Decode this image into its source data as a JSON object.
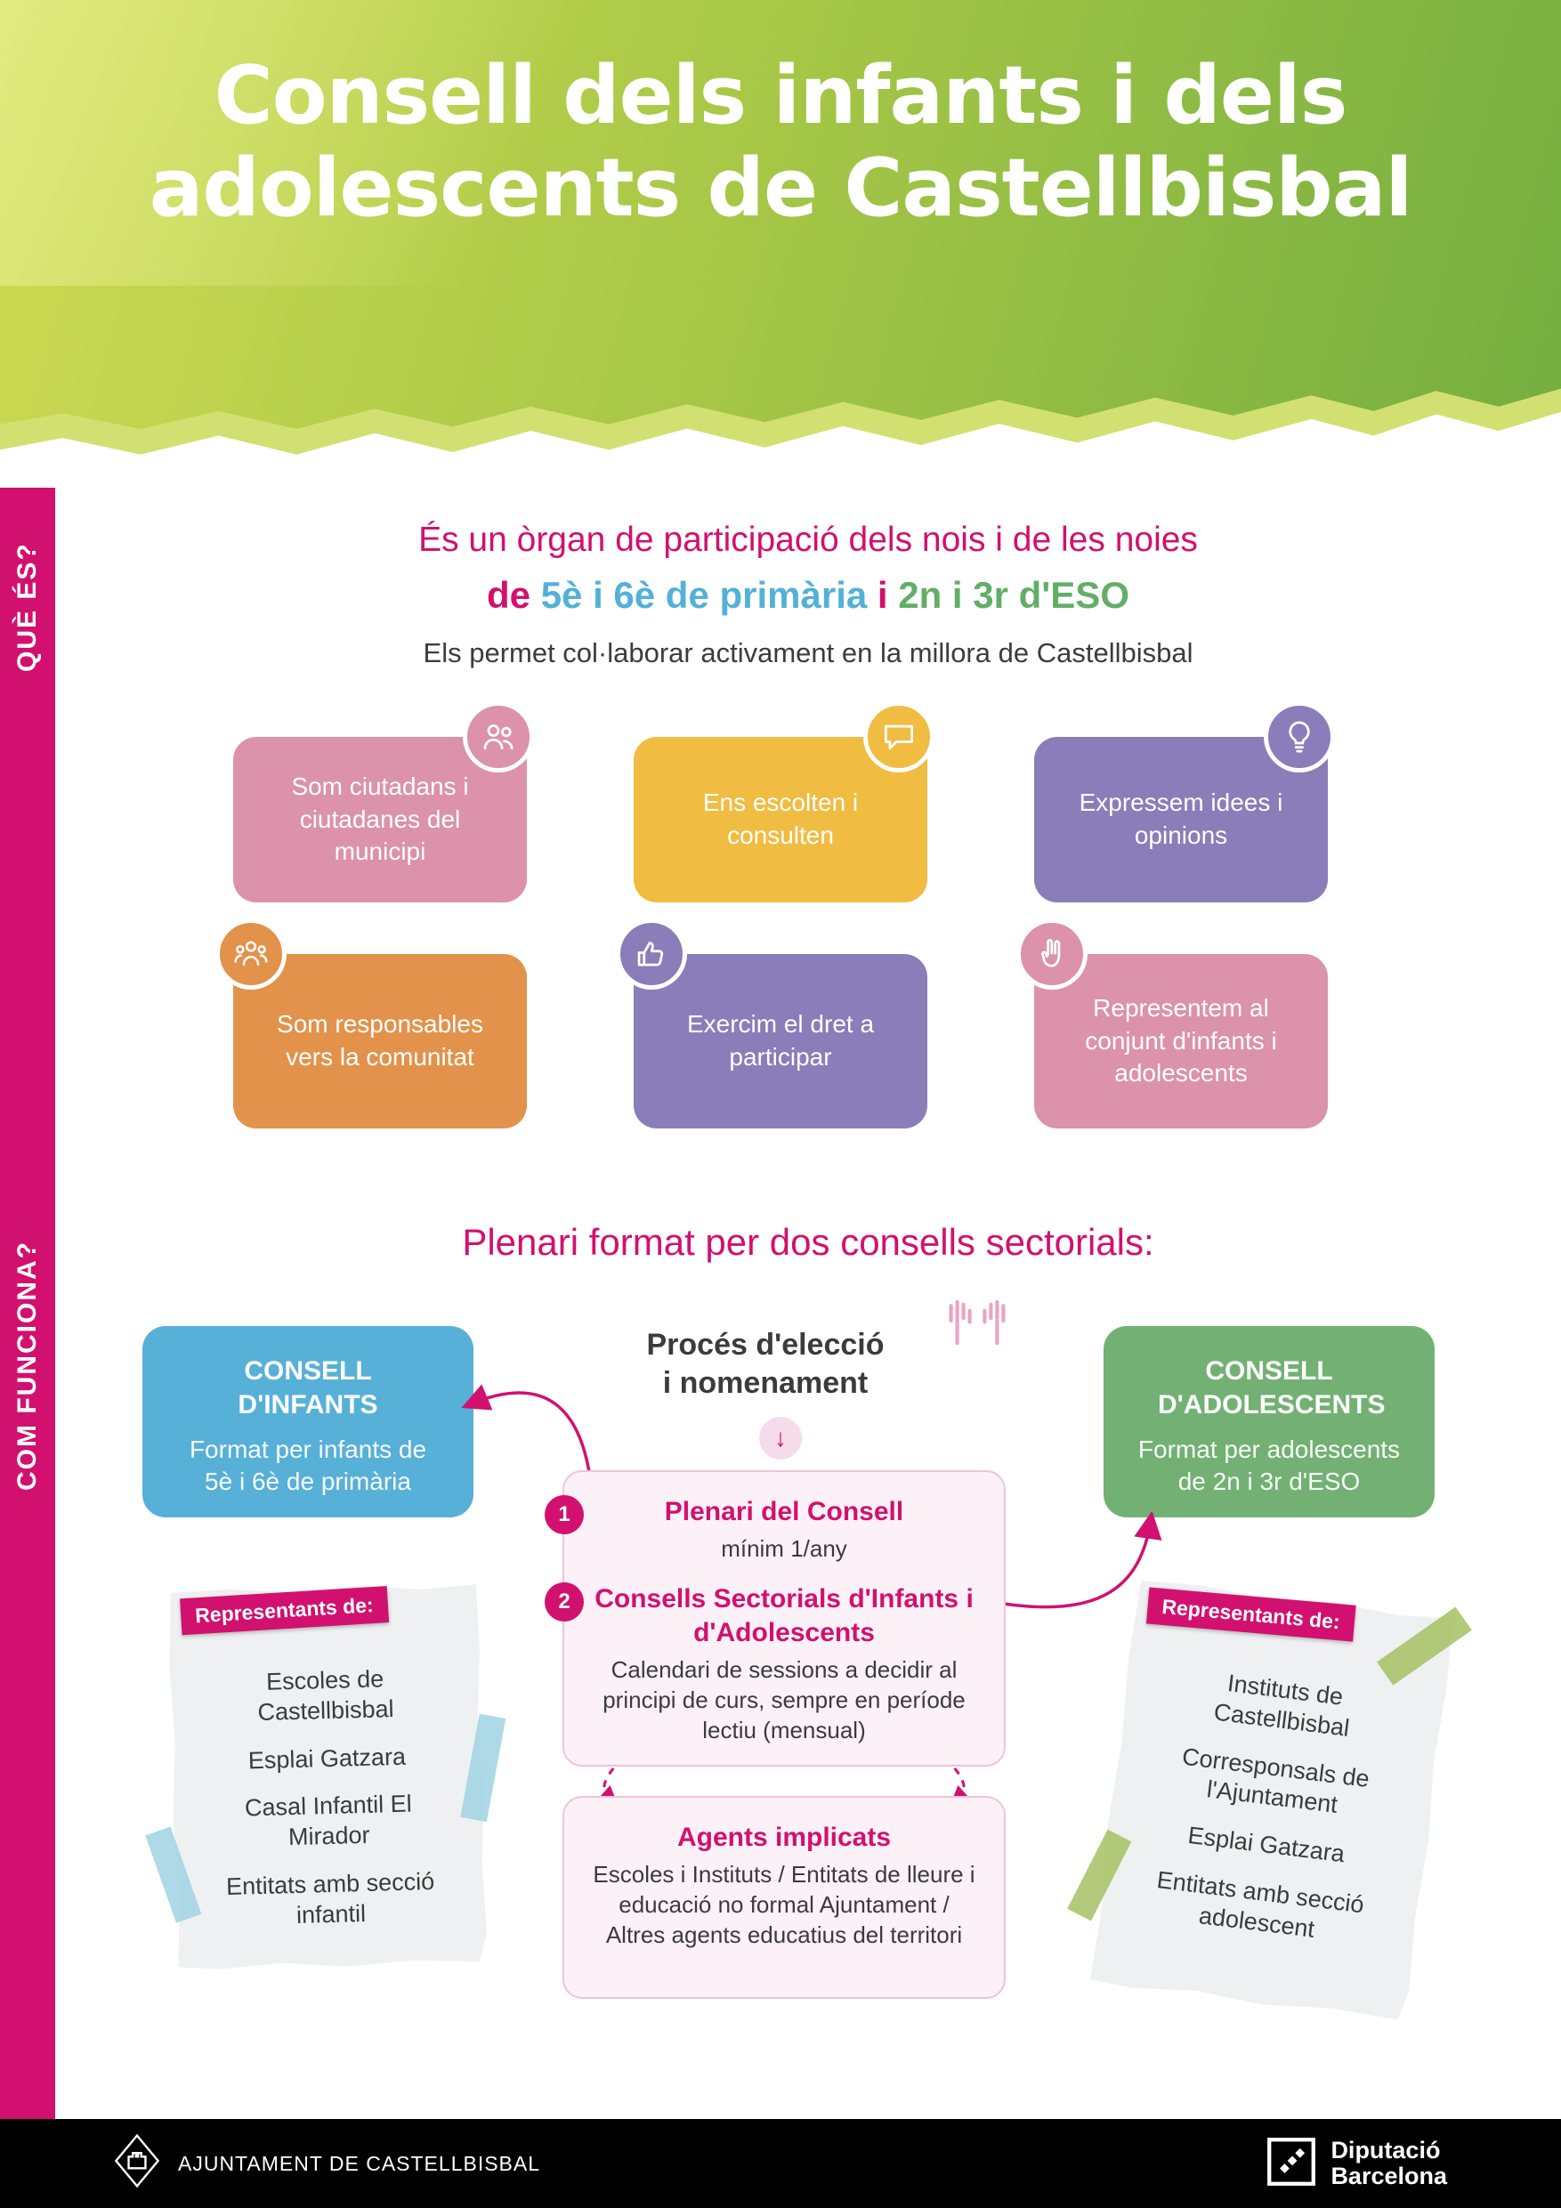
{
  "header": {
    "title_line1": "Consell dels infants i dels",
    "title_line2": "adolescents de Castellbisbal"
  },
  "sidebar": {
    "section1": "QUÈ ÉS?",
    "section2": "COM FUNCIONA?"
  },
  "intro": {
    "line1": "És un òrgan de participació dels nois i de les noies",
    "line2_prefix": "de",
    "line2_primary": "5è i 6è de primària",
    "line2_connector": "i",
    "line2_secondary": "2n i 3r d'ESO",
    "line3": "Els permet col·laborar activament en la millora de Castellbisbal"
  },
  "feature_boxes": [
    {
      "label": "Som ciutadans i ciutadanes del municipi",
      "icon": "citizens-icon",
      "color": "#db92aa"
    },
    {
      "label": "Ens escolten i consulten",
      "icon": "speech-bubble-icon",
      "color": "#f0bc42"
    },
    {
      "label": "Expressem idees i opinions",
      "icon": "idea-icon",
      "color": "#8b7db9"
    },
    {
      "label": "Som responsables vers la comunitat",
      "icon": "community-icon",
      "color": "#e2924a"
    },
    {
      "label": "Exercim el dret a participar",
      "icon": "thumbs-up-icon",
      "color": "#8b7db9"
    },
    {
      "label": "Representem al conjunt d'infants i adolescents",
      "icon": "victory-hand-icon",
      "color": "#db92aa"
    }
  ],
  "how_it_works": {
    "heading": "Plenari format per dos consells sectorials:",
    "consell_infants": {
      "title": "CONSELL D'INFANTS",
      "body": "Format per infants de 5è i 6è de primària"
    },
    "consell_adolescents": {
      "title": "CONSELL D'ADOLESCENTS",
      "body": "Format per adolescents de 2n i 3r d'ESO"
    },
    "process": {
      "title_line1": "Procés d'elecció",
      "title_line2": "i nomenament"
    },
    "plenari_panel": {
      "items": [
        {
          "number": "1",
          "title": "Plenari del Consell",
          "body": "mínim 1/any"
        },
        {
          "number": "2",
          "title": "Consells Sectorials d'Infants i d'Adolescents",
          "body": "Calendari de sessions a decidir al principi de curs, sempre en període lectiu (mensual)"
        }
      ]
    },
    "agents_panel": {
      "title": "Agents implicats",
      "body": "Escoles i Instituts / Entitats de lleure i educació no formal Ajuntament / Altres agents educatius del territori"
    },
    "left_note": {
      "label": "Representants de:",
      "items": [
        "Escoles de Castellbisbal",
        "Esplai Gatzara",
        "Casal Infantil El Mirador",
        "Entitats amb secció infantil"
      ]
    },
    "right_note": {
      "label": "Representants de:",
      "items": [
        "Instituts de Castellbisbal",
        "Corresponsals de l'Ajuntament",
        "Esplai Gatzara",
        "Entitats amb secció adolescent"
      ]
    }
  },
  "icons": {
    "down_arrow": "↓",
    "raised_hands": "raised-hands-icon"
  },
  "footer": {
    "ajuntament": "AJUNTAMENT DE CASTELLBISBAL",
    "diputacio_line1": "Diputació",
    "diputacio_line2": "Barcelona"
  },
  "colors": {
    "accent_magenta": "#d2106f",
    "header_green_light": "#cdda52",
    "header_green_dark": "#74ae40",
    "primary_blue": "#57b0d8",
    "eso_green": "#72b173",
    "box_pink": "#db92aa",
    "box_yellow": "#f0bc42",
    "box_purple": "#8b7db9",
    "box_orange": "#e2924a",
    "panel_bg": "#fdf1f8",
    "paper_bg": "#eff0f1",
    "footer_bg": "#000000"
  }
}
